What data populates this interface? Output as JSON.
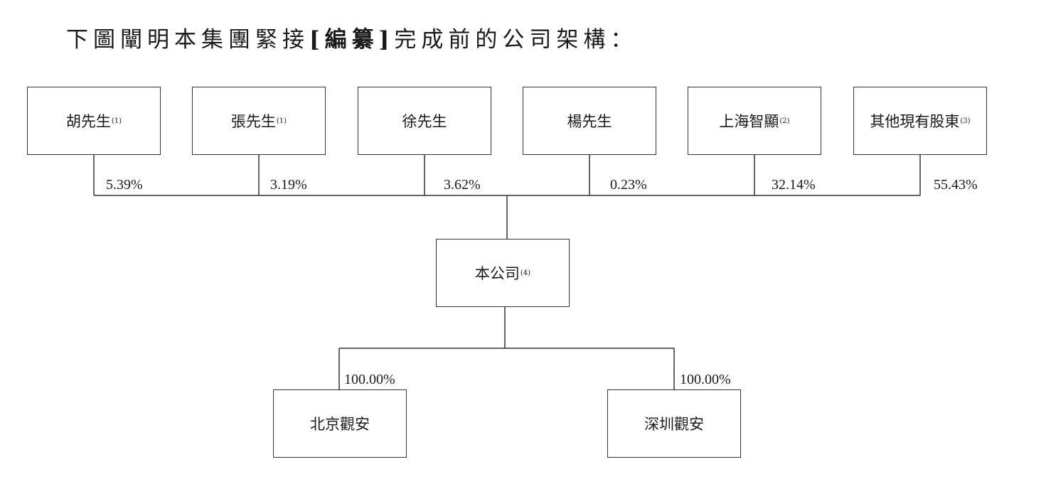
{
  "title": {
    "prefix": "下圖闡明本集團緊接",
    "bracket_open": "[",
    "redacted": "編纂",
    "bracket_close": "]",
    "suffix": "完成前的公司架構："
  },
  "shareholders": [
    {
      "name": "胡先生",
      "note": "(1)",
      "percent": "5.39%"
    },
    {
      "name": "張先生",
      "note": "(1)",
      "percent": "3.19%"
    },
    {
      "name": "徐先生",
      "note": "",
      "percent": "3.62%"
    },
    {
      "name": "楊先生",
      "note": "",
      "percent": "0.23%"
    },
    {
      "name": "上海智顯",
      "note": "(2)",
      "percent": "32.14%"
    },
    {
      "name": "其他現有股東",
      "note": "(3)",
      "percent": "55.43%"
    }
  ],
  "company": {
    "name": "本公司",
    "note": "(4)"
  },
  "subsidiaries": [
    {
      "name": "北京觀安",
      "percent": "100.00%"
    },
    {
      "name": "深圳觀安",
      "percent": "100.00%"
    }
  ]
}
